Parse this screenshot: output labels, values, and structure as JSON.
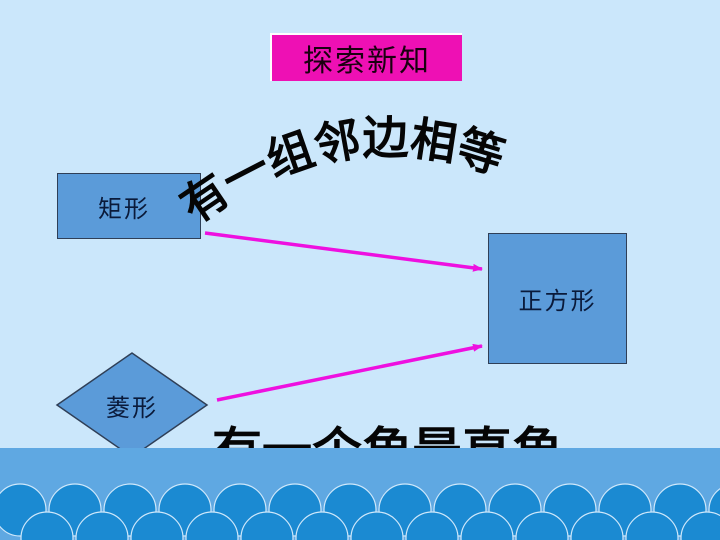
{
  "title": "探索新知",
  "nodes": {
    "rectangle": "矩形",
    "rhombus": "菱形",
    "square": "正方形"
  },
  "conditions": {
    "adjacent_sides_equal": "有一组邻边相等",
    "one_right_angle": "有一个角是直角"
  },
  "colors": {
    "background": "#cbe7fb",
    "title_bg": "#ee10b4",
    "shape_fill": "#5b9bd9",
    "arrow": "#ee10e0",
    "wave": "#1b8ad2"
  }
}
